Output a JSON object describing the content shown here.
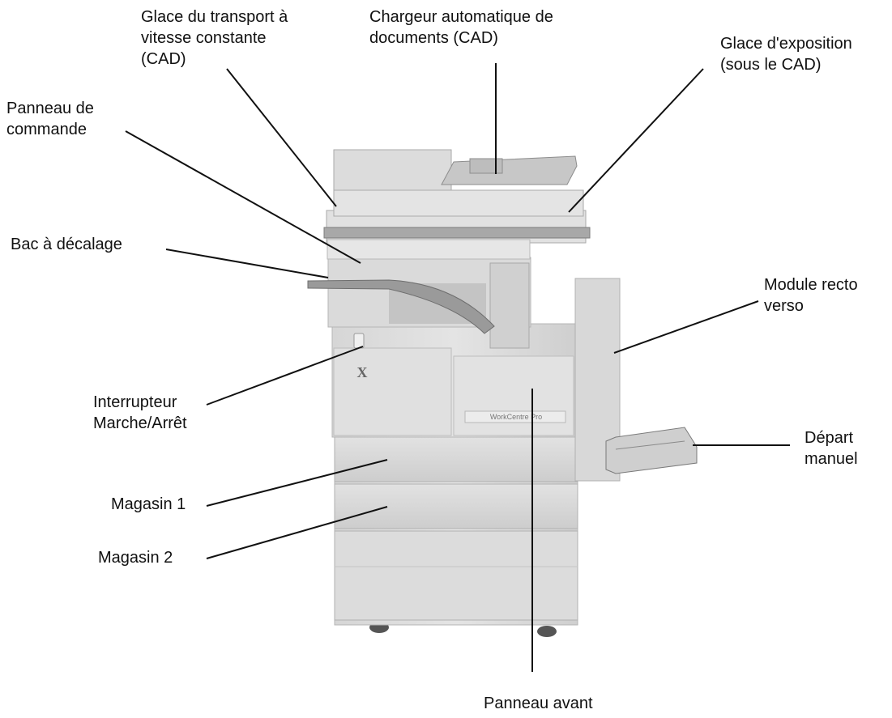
{
  "labels": {
    "glace_transport": "Glace du transport à\nvitesse constante\n(CAD)",
    "chargeur": "Chargeur automatique de\ndocuments (CAD)",
    "glace_exposition": "Glace d'exposition\n(sous le CAD)",
    "panneau_commande": "Panneau de\ncommande",
    "bac_decalage": "Bac à décalage",
    "module_recto_verso": "Module recto\nverso",
    "interrupteur": "Interrupteur\nMarche/Arrêt",
    "depart_manuel": "Départ\nmanuel",
    "magasin_1": "Magasin 1",
    "magasin_2": "Magasin 2",
    "panneau_avant": "Panneau avant"
  },
  "product": {
    "logo": "X",
    "model_plate": "WorkCentre Pro"
  }
}
